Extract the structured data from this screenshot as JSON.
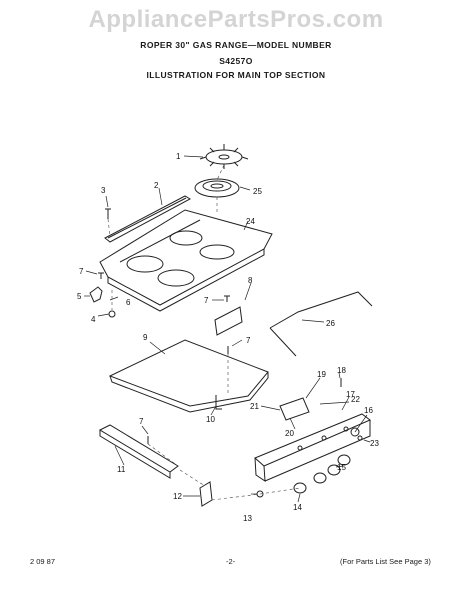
{
  "watermark": "AppliancePartsPros.com",
  "header": {
    "line1": "ROPER 30\" GAS RANGE—MODEL NUMBER",
    "line2": "S4257O",
    "line3": "ILLUSTRATION FOR MAIN TOP SECTION"
  },
  "footer": {
    "left": "2 09 87",
    "center": "-2-",
    "right": "(For Parts List See Page 3)"
  },
  "callouts": [
    "1",
    "2",
    "3",
    "4",
    "5",
    "6",
    "7",
    "7",
    "7",
    "7",
    "8",
    "9",
    "10",
    "11",
    "12",
    "13",
    "14",
    "15",
    "16",
    "17",
    "18",
    "19",
    "20",
    "21",
    "22",
    "23",
    "24",
    "25",
    "26"
  ]
}
